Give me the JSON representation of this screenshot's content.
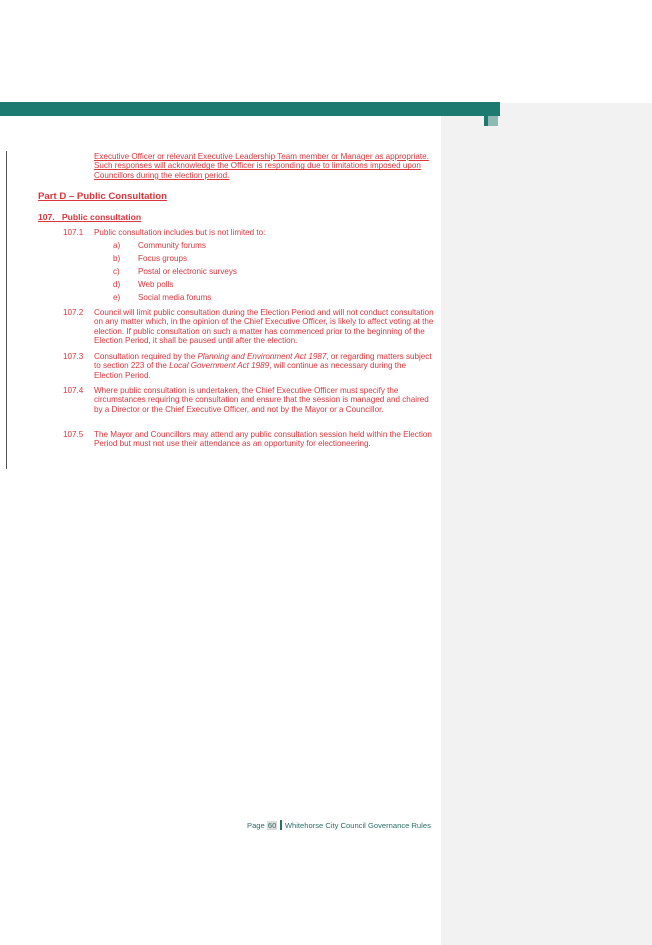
{
  "intro_paragraph": "Executive Officer or relevant Executive Leadership Team member or Manager as appropriate. Such responses will acknowledge the Officer is responding due to limitations imposed upon Councillors during the election period.",
  "part_heading": "Part D – Public Consultation",
  "section_heading": "107.   Public consultation",
  "paragraphs": [
    {
      "num": "107.1",
      "text": "Public consultation includes but is not limited to:"
    },
    {
      "num": "107.2",
      "text": "Council will limit public consultation during the Election Period and will not conduct consultation on any matter which, in the opinion of the Chief Executive Officer, is likely to affect voting at the election. If public consultation on such a matter has commenced prior to the beginning of the Election Period, it shall be paused until after the election."
    },
    {
      "num": "107.3",
      "text_before": "Consultation required by the ",
      "act1": "Planning and Environment Act 1987",
      "text_middle": ", or regarding matters subject to section 223 of the ",
      "act2": "Local Government Act 1989",
      "text_after": ", will continue as necessary during the Election Period."
    },
    {
      "num": "107.4",
      "text": "Where public consultation is undertaken, the Chief Executive Officer must specify the circumstances requiring the consultation and ensure that the session is managed and chaired by a Director or the Chief Executive Officer, and not by the Mayor or a Councillor."
    },
    {
      "num": "107.5",
      "text": "The Mayor and Councillors may attend any public consultation session held within the Election Period but must not use their attendance as an opportunity for electioneering."
    }
  ],
  "list_items": [
    {
      "letter": "a)",
      "label": "Community forums"
    },
    {
      "letter": "b)",
      "label": "Focus groups"
    },
    {
      "letter": "c)",
      "label": "Postal or electronic surveys"
    },
    {
      "letter": "d)",
      "label": "Web polls"
    },
    {
      "letter": "e)",
      "label": "Social media forums"
    }
  ],
  "footer": {
    "page_prefix": "Page",
    "page_number": "60",
    "document_title": "Whitehorse City Council Governance Rules"
  },
  "colors": {
    "revision_text": "#d9363e",
    "header_band": "#1d7a70",
    "footer_text": "#2b6e69",
    "comment_pane": "#f2f2f2"
  }
}
